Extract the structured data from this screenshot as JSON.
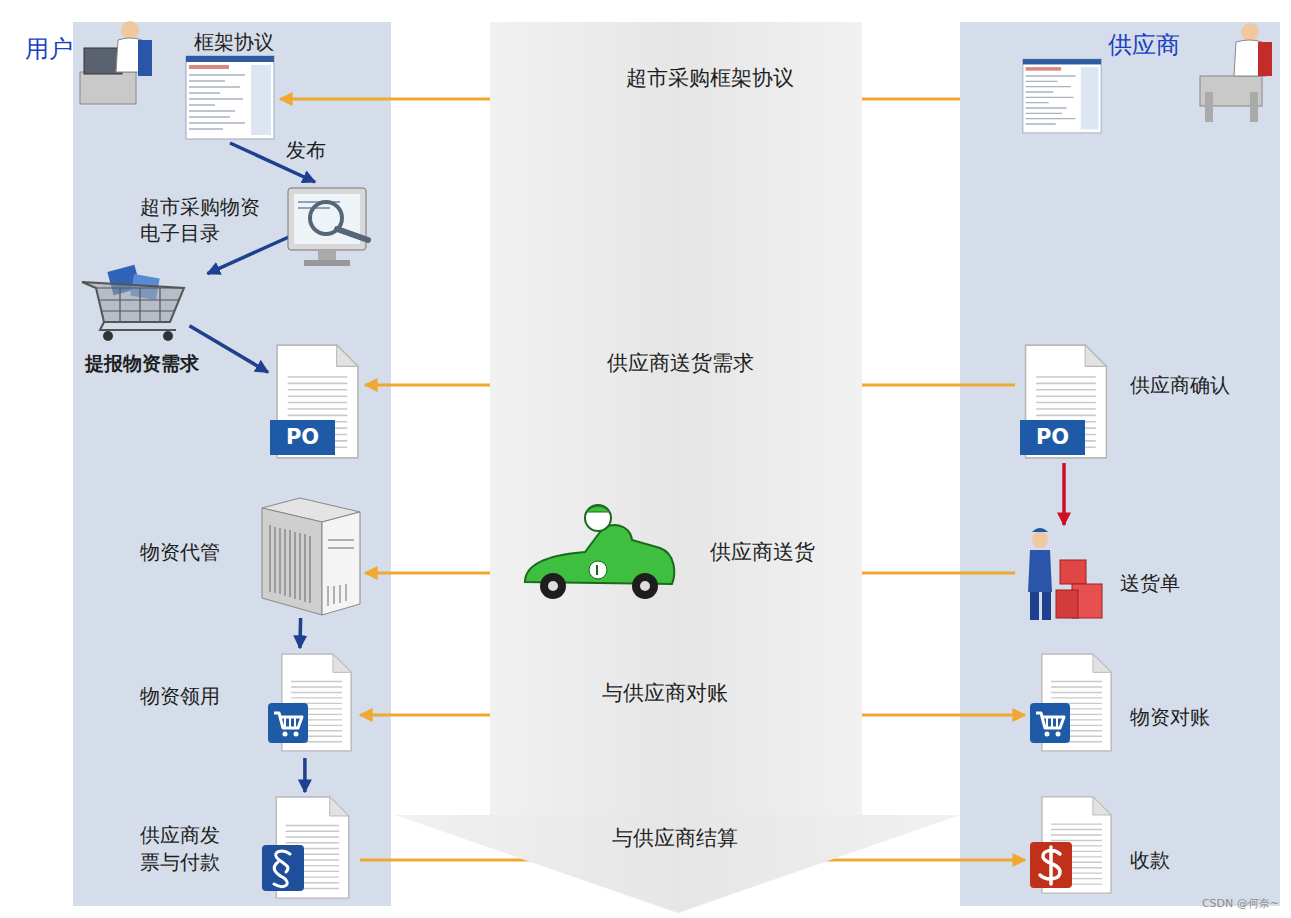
{
  "diagram": {
    "nodes": [
      {
        "text": [
          "用户"
        ]
      },
      {
        "text": [
          "供应商"
        ]
      },
      {
        "text": [
          "框架协议"
        ],
        "in": 0
      },
      {
        "text": [
          "超市采购物资电子目录"
        ],
        "in": 0
      },
      {
        "text": [
          "提报物资需求"
        ],
        "in": 0
      },
      {
        "text": [
          "PO"
        ],
        "in": 0
      },
      {
        "text": [
          "物资代管"
        ],
        "in": 0
      },
      {
        "text": [
          "物资领用"
        ],
        "in": 0
      },
      {
        "text": [
          "供应商发票与付款"
        ],
        "in": 0
      },
      {
        "text": [
          "PO",
          "供应商确认"
        ],
        "in": 1
      },
      {
        "text": [
          "送货单"
        ],
        "in": 1
      },
      {
        "text": [
          "物资对账"
        ],
        "in": 1
      },
      {
        "text": [
          "收款"
        ],
        "in": 1
      }
    ],
    "edges": [
      {
        "from": 1,
        "to": 2,
        "label": "超市采购框架协议",
        "arrow": "to"
      },
      {
        "from": 2,
        "to": 3,
        "label": "发布",
        "arrow": "to"
      },
      {
        "from": 3,
        "to": 4,
        "arrow": "to"
      },
      {
        "from": 4,
        "to": 5,
        "arrow": "to"
      },
      {
        "from": 9,
        "to": 5,
        "label": "供应商送货需求",
        "arrow": "to"
      },
      {
        "from": 9,
        "to": 10,
        "arrow": "to"
      },
      {
        "from": 10,
        "to": 6,
        "label": "供应商送货",
        "arrow": "to"
      },
      {
        "from": 6,
        "to": 7,
        "arrow": "to"
      },
      {
        "from": 7,
        "to": 11,
        "label": "与供应商对账",
        "arrow": "both"
      },
      {
        "from": 7,
        "to": 8,
        "arrow": "to"
      },
      {
        "from": 8,
        "to": 12,
        "label": "与供应商结算",
        "arrow": "to"
      }
    ],
    "labels": [
      "CSDN @何奈~"
    ]
  }
}
